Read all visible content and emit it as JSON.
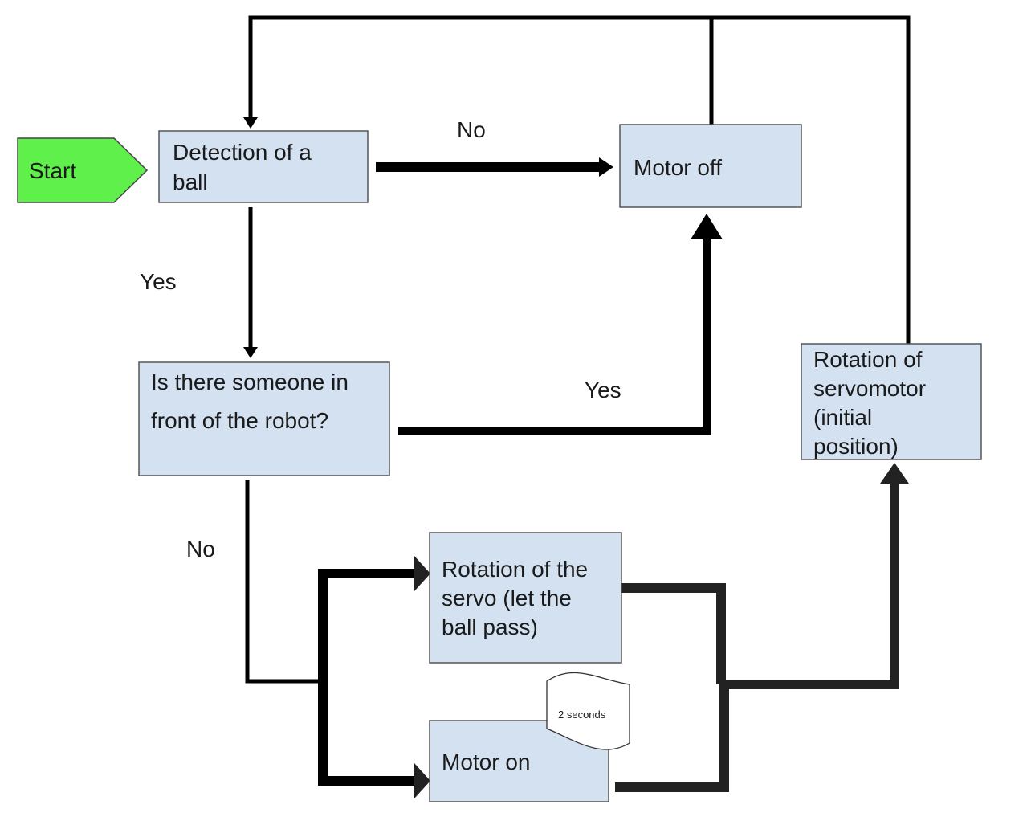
{
  "nodes": {
    "start": {
      "label": "Start",
      "color": "#5ff04b"
    },
    "detection": {
      "lines": [
        "Detection of a",
        "ball"
      ]
    },
    "someone": {
      "lines": [
        "Is there someone in",
        "front of the robot?"
      ]
    },
    "motor_off": {
      "lines": [
        "Motor off"
      ]
    },
    "rotation_servomotor": {
      "lines": [
        "Rotation of",
        "servomotor",
        "(initial",
        "position)"
      ]
    },
    "rotation_servo": {
      "lines": [
        "Rotation of the",
        "servo (let the",
        "ball pass)"
      ]
    },
    "motor_on": {
      "lines": [
        "Motor on"
      ]
    },
    "note": {
      "text": "2 seconds"
    }
  },
  "edge_labels": {
    "detection_no": "No",
    "detection_yes": "Yes",
    "someone_yes": "Yes",
    "someone_no": "No"
  },
  "colors": {
    "box_fill": "#d3e1f1",
    "start_fill": "#5ff04b",
    "line": "#000000"
  }
}
